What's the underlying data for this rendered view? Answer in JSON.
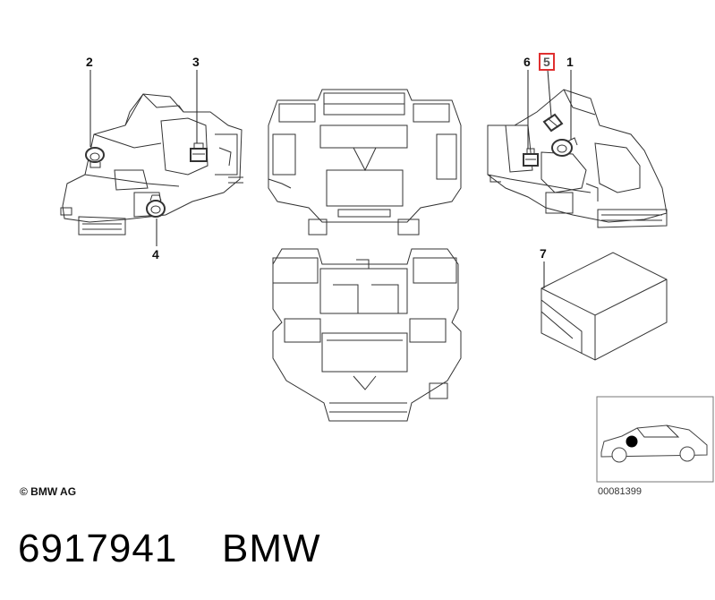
{
  "callouts": {
    "c1": "1",
    "c2": "2",
    "c3": "3",
    "c4": "4",
    "c5": "5",
    "c6": "6",
    "c7": "7"
  },
  "highlight_color": "#e03030",
  "footer": {
    "copyright": "© BMW AG",
    "image_number": "00081399"
  },
  "title": {
    "part_number": "6917941",
    "brand": "BMW"
  }
}
